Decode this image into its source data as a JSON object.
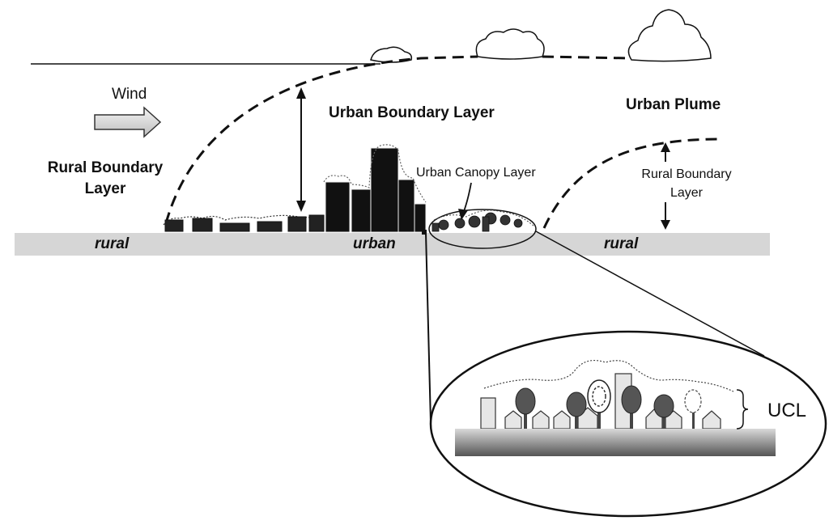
{
  "labels": {
    "wind": "Wind",
    "urban_boundary_layer": "Urban Boundary Layer",
    "urban_plume": "Urban Plume",
    "rural_boundary_layer_left_1": "Rural Boundary",
    "rural_boundary_layer_left_2": "Layer",
    "urban_canopy_layer": "Urban Canopy Layer",
    "rural_boundary_layer_right_1": "Rural Boundary",
    "rural_boundary_layer_right_2": "Layer",
    "rural_left": "rural",
    "urban": "urban",
    "rural_right": "rural",
    "ucl": "UCL"
  }
}
